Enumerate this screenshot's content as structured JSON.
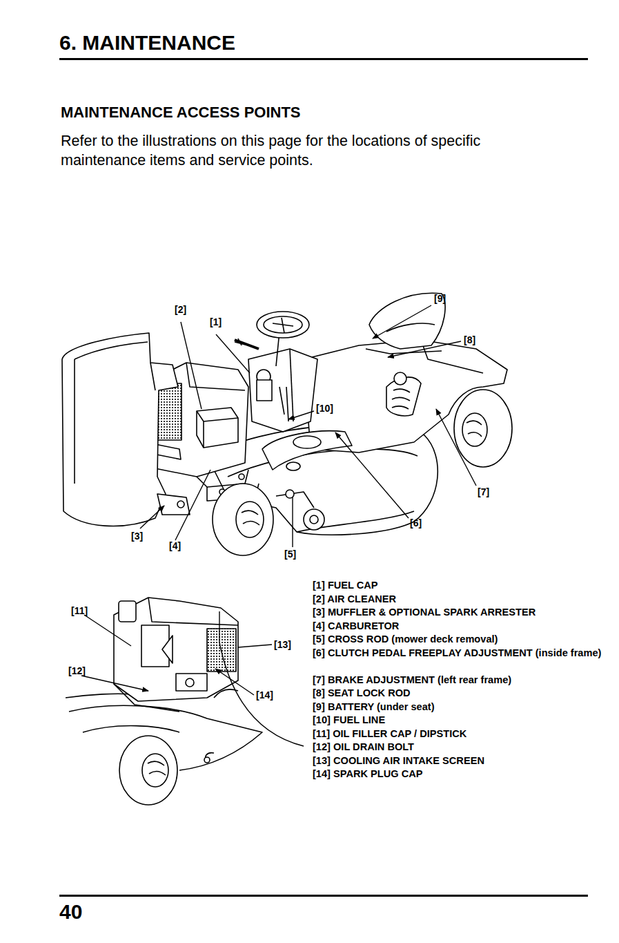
{
  "diagram": {
    "title": "6. MAINTENANCE",
    "labels": [
      "MAINTENANCE ACCESS POINTS",
      "Refer to the illustrations on this page for the locations of specific maintenance items and service points.",
      "[9]",
      "[2]",
      "[1]",
      "[8]",
      "[10]",
      "[7]",
      "[6]",
      "[3]",
      "[4]",
      "[5]",
      "[11]",
      "[13]",
      "[12]",
      "[14]",
      "[1] FUEL CAP",
      "[2] AIR CLEANER",
      "[3] MUFFLER & OPTIONAL SPARK ARRESTER",
      "[4] CARBURETOR",
      "[5] CROSS ROD (mower deck removal)",
      "[6] CLUTCH PEDAL FREEPLAY ADJUSTMENT (inside frame)",
      "[7] BRAKE ADJUSTMENT (left rear frame)",
      "[8] SEAT LOCK ROD",
      "[9] BATTERY (under seat)",
      "[10] FUEL LINE",
      "[11] OIL FILLER CAP / DIPSTICK",
      "[12] OIL DRAIN BOLT",
      "[13] COOLING AIR INTAKE SCREEN",
      "[14] SPARK PLUG CAP",
      "40"
    ]
  }
}
